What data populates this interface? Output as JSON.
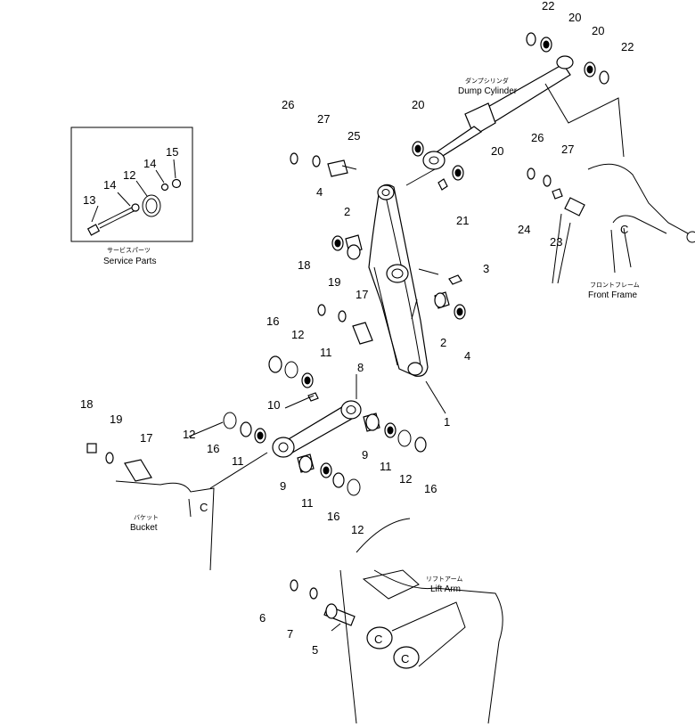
{
  "captions": {
    "service_parts_jp": "サービスパーツ",
    "service_parts": "Service Parts",
    "dump_cylinder_jp": "ダンプシリンダ",
    "dump_cylinder": "Dump Cylinder",
    "front_frame_jp": "フロントフレーム",
    "front_frame": "Front Frame",
    "bucket_jp": "バケット",
    "bucket": "Bucket",
    "lift_arm_jp": "リフトアーム",
    "lift_arm": "Lift Arm"
  },
  "callouts": [
    "22",
    "20",
    "20",
    "22",
    "20",
    "20",
    "26",
    "27",
    "25",
    "26",
    "27",
    "24",
    "23",
    "21",
    "4",
    "2",
    "3",
    "2",
    "4",
    "18",
    "19",
    "17",
    "16",
    "12",
    "11",
    "8",
    "10",
    "1",
    "18",
    "19",
    "17",
    "12",
    "16",
    "11",
    "9",
    "11",
    "12",
    "16",
    "9",
    "11",
    "16",
    "12",
    "13",
    "14",
    "12",
    "14",
    "15",
    "6",
    "7",
    "5"
  ],
  "frame_marks": [
    "C",
    "C",
    "C",
    "C"
  ]
}
